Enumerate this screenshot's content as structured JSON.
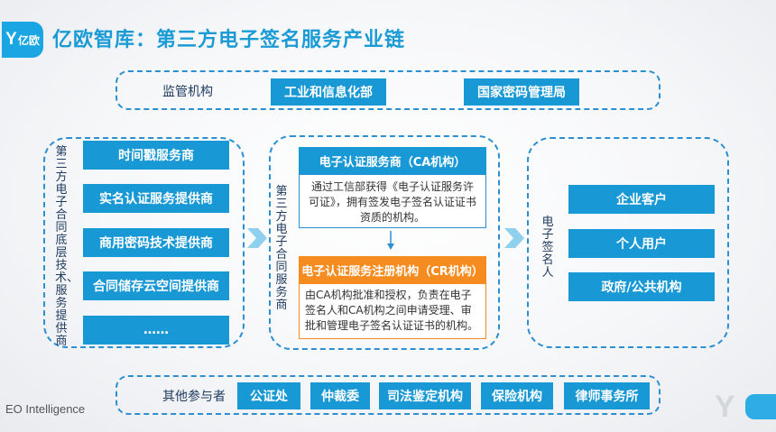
{
  "brand": {
    "logo_glyph": "Y",
    "logo_text": "亿欧",
    "footer": "EO Intelligence"
  },
  "title": "亿欧智库：第三方电子签名服务产业链",
  "regulators": {
    "label": "监管机构",
    "items": [
      "工业和信息化部",
      "国家密码管理局"
    ]
  },
  "left_column": {
    "label": "第三方电子合同底层技术、服务提供商",
    "items": [
      "时间戳服务商",
      "实名认证服务提供商",
      "商用密码技术提供商",
      "合同储存云空间提供商",
      "……"
    ]
  },
  "middle_column": {
    "label": "第三方电子合同服务商",
    "ca": {
      "title": "电子认证服务商（CA机构）",
      "desc": "通过工信部获得《电子认证服务许可证》，拥有签发电子签名认证证书资质的机构。"
    },
    "cr": {
      "title": "电子认证服务注册机构（CR机构）",
      "desc": "由CA机构批准和授权，负责在电子签名人和CA机构之间申请受理、审批和管理电子签名认证证书的机构。"
    }
  },
  "right_column": {
    "label": "电子签名人",
    "items": [
      "企业客户",
      "个人用户",
      "政府/公共机构"
    ]
  },
  "others": {
    "label": "其他参与者",
    "items": [
      "公证处",
      "仲裁委",
      "司法鉴定机构",
      "保险机构",
      "律师事务所"
    ]
  },
  "colors": {
    "primary": "#1898d5",
    "accent": "#f68b1f",
    "border": "#2b8fd2"
  }
}
